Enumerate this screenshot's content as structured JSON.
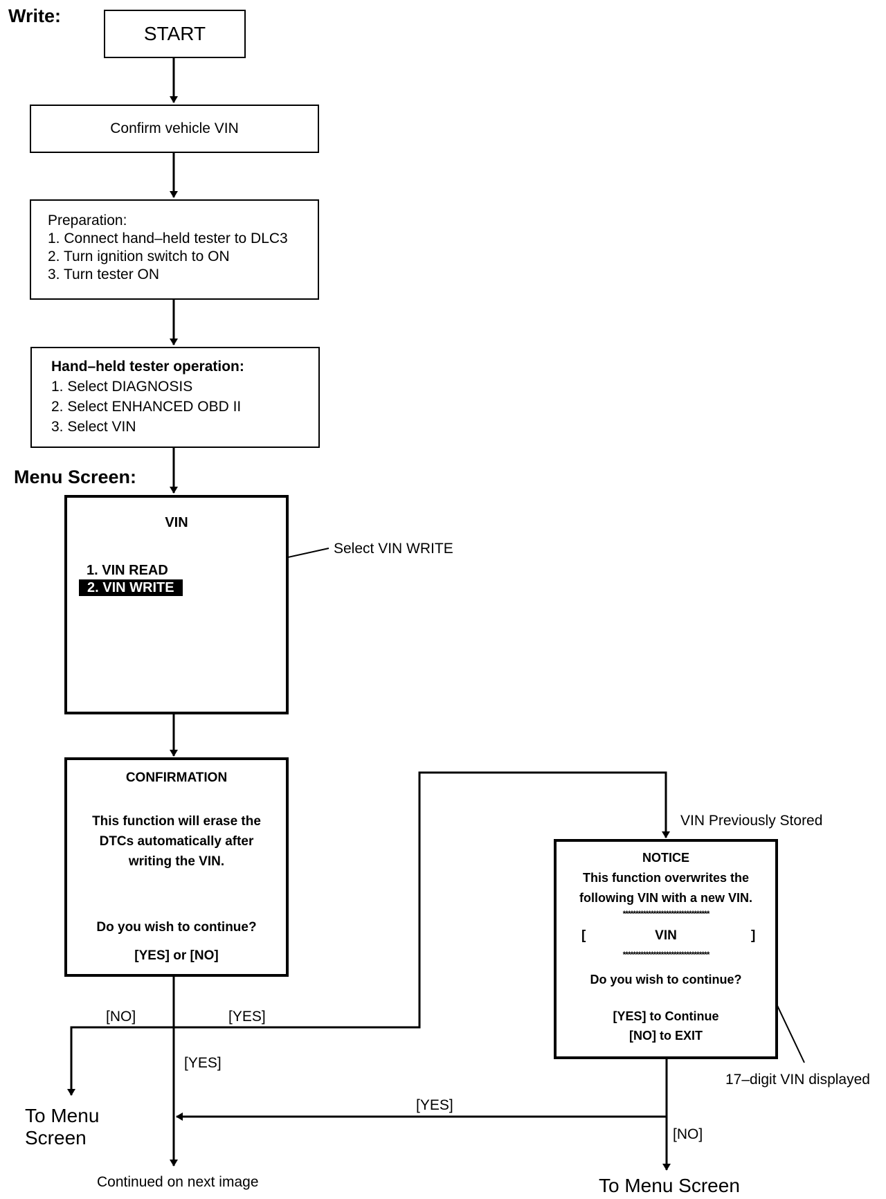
{
  "section_labels": {
    "write": "Write:",
    "menu_screen": "Menu Screen:"
  },
  "steps": {
    "start": "START",
    "confirm": "Confirm vehicle VIN",
    "preparation": {
      "title": "Preparation:",
      "items": [
        "1. Connect hand–held tester to DLC3",
        "2. Turn ignition switch to ON",
        "3. Turn tester ON"
      ]
    },
    "tester_operation": {
      "title": "Hand–held tester operation:",
      "items": [
        "1. Select DIAGNOSIS",
        "2. Select ENHANCED OBD II",
        "3. Select VIN"
      ]
    }
  },
  "menu_screen": {
    "title": "VIN",
    "items": [
      "1. VIN READ",
      "2. VIN WRITE"
    ],
    "selected_index": 1,
    "callout": "Select VIN WRITE"
  },
  "confirmation_screen": {
    "title": "CONFIRMATION",
    "message": [
      "This function will erase the",
      "DTCs automatically after",
      "writing the VIN."
    ],
    "question": "Do you wish to continue?",
    "options": "[YES] or [NO]"
  },
  "notice_screen": {
    "title": "NOTICE",
    "message": [
      "This function overwrites the",
      "following VIN with a new VIN."
    ],
    "stars": "**********************************",
    "vin_bracket_open": "[",
    "vin_label": "VIN",
    "vin_bracket_close": "]",
    "question": "Do you wish to continue?",
    "yes_option": "[YES] to Continue",
    "no_option": "[NO] to EXIT",
    "callout": "17–digit VIN displayed"
  },
  "branch_labels": {
    "no_left": "[NO]",
    "yes_right": "[YES]",
    "yes_down": "[YES]",
    "vin_stored": "VIN Previously Stored",
    "yes_return": "[YES]",
    "no_exit": "[NO]"
  },
  "endpoints": {
    "menu_left": [
      "To Menu",
      "Screen"
    ],
    "continued": "Continued on next image",
    "menu_right": "To Menu Screen"
  }
}
